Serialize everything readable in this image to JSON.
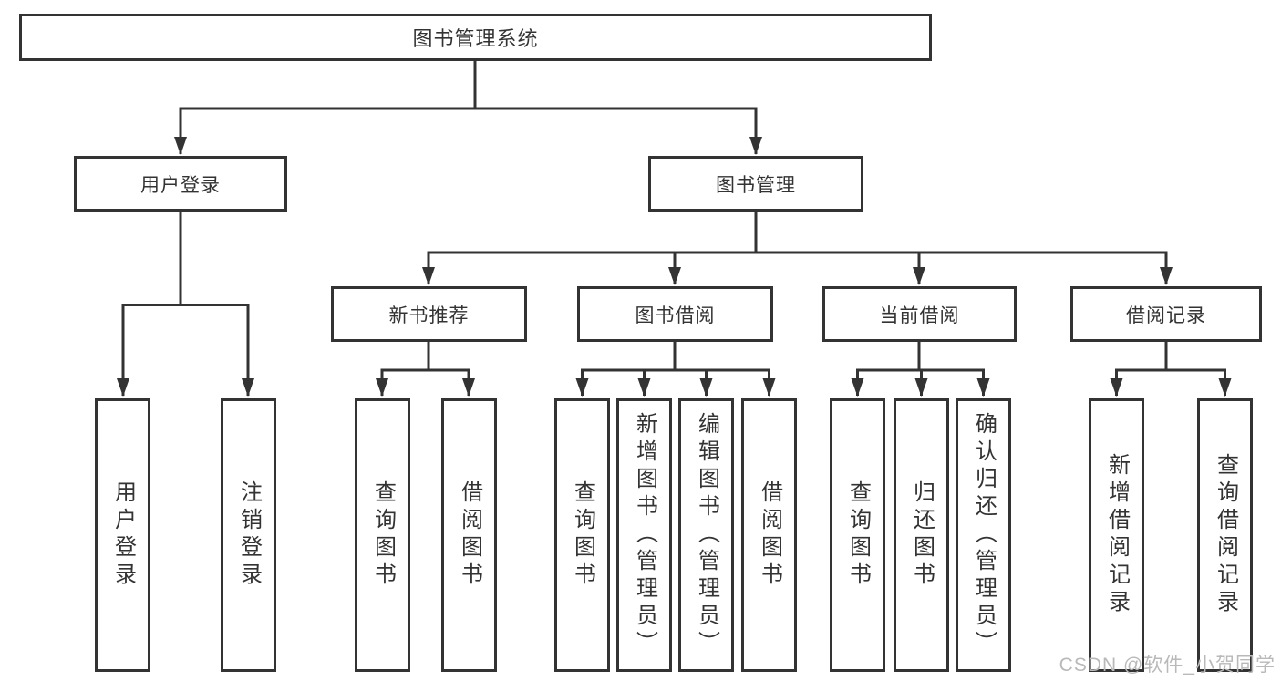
{
  "diagram": {
    "root_label": "图书管理系统",
    "branches": [
      {
        "label": "用户登录",
        "leaves": [
          "用户登录",
          "注销登录"
        ]
      },
      {
        "label": "图书管理",
        "sections": [
          {
            "label": "新书推荐",
            "leaves": [
              "查询图书",
              "借阅图书"
            ]
          },
          {
            "label": "图书借阅",
            "leaves": [
              "查询图书",
              "新增图书（管理员）",
              "编辑图书（管理员）",
              "借阅图书"
            ]
          },
          {
            "label": "当前借阅",
            "leaves": [
              "查询图书",
              "归还图书",
              "确认归还（管理员）"
            ]
          },
          {
            "label": "借阅记录",
            "leaves": [
              "新增借阅记录",
              "查询借阅记录"
            ]
          }
        ]
      }
    ]
  },
  "colors": {
    "line": "#333333",
    "text": "#333333",
    "watermark": "#b9b9b9",
    "background": "#ffffff"
  },
  "watermark": "CSDN @软件_小贺同学"
}
